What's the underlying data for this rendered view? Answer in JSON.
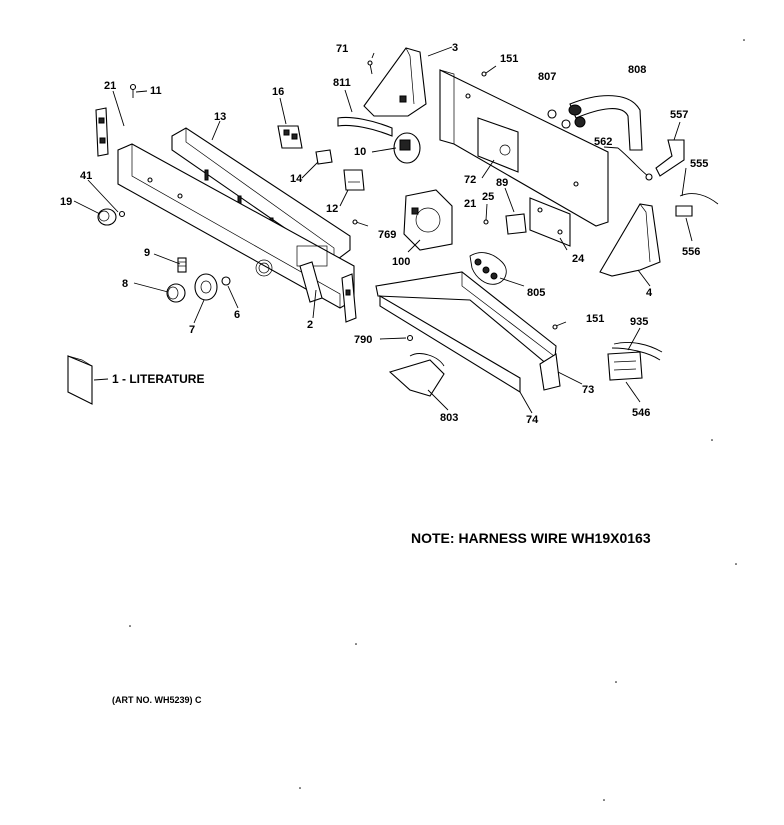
{
  "diagram": {
    "note": "NOTE: HARNESS WIRE WH19X0163",
    "art_number": "(ART NO. WH5239) C",
    "literature_label": "1 - LITERATURE",
    "callouts": [
      "71",
      "3",
      "151",
      "807",
      "808",
      "811",
      "21",
      "11",
      "16",
      "13",
      "10",
      "14",
      "72",
      "89",
      "557",
      "562",
      "555",
      "41",
      "19",
      "12",
      "25",
      "21",
      "769",
      "100",
      "24",
      "556",
      "9",
      "805",
      "4",
      "8",
      "6",
      "7",
      "2",
      "151",
      "935",
      "790",
      "73",
      "546",
      "803",
      "74"
    ]
  }
}
